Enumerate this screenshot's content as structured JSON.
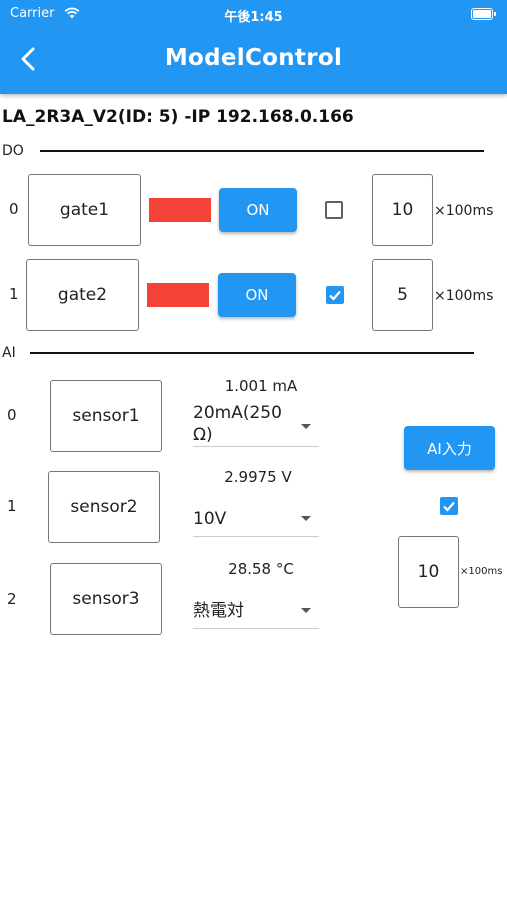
{
  "status_bar": {
    "carrier": "Carrier",
    "time": "午後1:45"
  },
  "header": {
    "title": "ModelControl"
  },
  "device": {
    "info": "LA_2R3A_V2(ID: 5) -IP 192.168.0.166"
  },
  "do_section": {
    "label": "DO",
    "rows": [
      {
        "index": "0",
        "name": "gate1",
        "button": "ON",
        "checked": false,
        "interval": "10",
        "unit": "×100ms"
      },
      {
        "index": "1",
        "name": "gate2",
        "button": "ON",
        "checked": true,
        "interval": "5",
        "unit": "×100ms"
      }
    ]
  },
  "ai_section": {
    "label": "AI",
    "rows": [
      {
        "index": "0",
        "name": "sensor1",
        "reading": "1.001 mA",
        "range": "20mA(250Ω)"
      },
      {
        "index": "1",
        "name": "sensor2",
        "reading": "2.9975 V",
        "range": "10V"
      },
      {
        "index": "2",
        "name": "sensor3",
        "reading": "28.58 °C",
        "range": "熱電対"
      }
    ],
    "button": "AI入力",
    "checked": true,
    "interval": "10",
    "unit": "×100ms"
  },
  "colors": {
    "accent": "#2196f3",
    "indicator": "#f44336"
  }
}
